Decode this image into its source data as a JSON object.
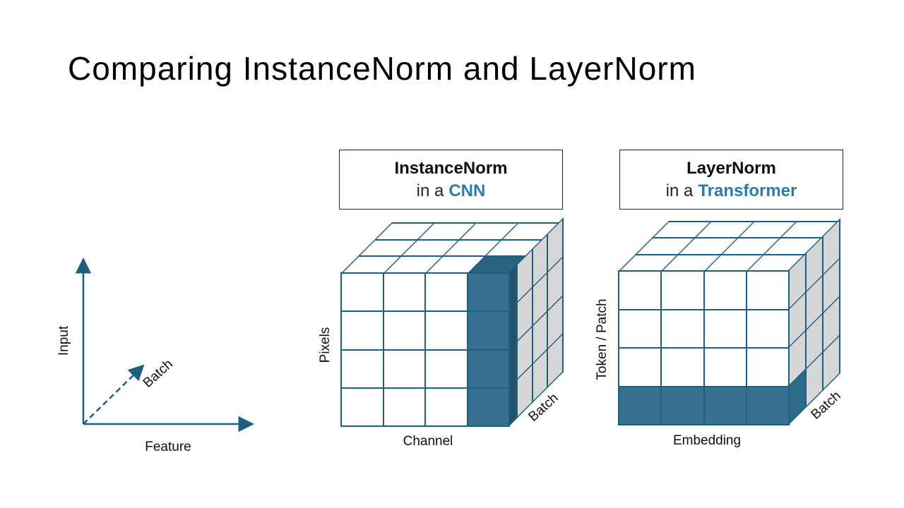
{
  "slide": {
    "title": "Comparing InstanceNorm and LayerNorm"
  },
  "colors": {
    "accent": "#2E7CA6",
    "stroke": "#1E5F80",
    "front_fill": "#37718F",
    "cap_fill": "#2A637F",
    "strip_fill": "#23536E",
    "side_cap": "#2F6A87",
    "side_gray": "#D6D6D6",
    "box_border": "#0E2A3B"
  },
  "axis_diagram": {
    "y_label": "Input",
    "x_label": "Feature",
    "z_label": "Batch"
  },
  "instance_norm": {
    "heading": "InstanceNorm",
    "subtitle_prefix": "in a",
    "subtitle_accent": "CNN",
    "y_label": "Pixels",
    "x_label": "Channel",
    "z_label": "Batch",
    "grid": {
      "cols": 4,
      "rows": 4,
      "depth": 3
    },
    "highlight": "last-channel-column"
  },
  "layer_norm": {
    "heading": "LayerNorm",
    "subtitle_prefix": "in a",
    "subtitle_accent": "Transformer",
    "y_label": "Token / Patch",
    "x_label": "Embedding",
    "z_label": "Batch",
    "grid": {
      "cols": 4,
      "rows": 4,
      "depth": 3
    },
    "highlight": "bottom-token-row"
  }
}
